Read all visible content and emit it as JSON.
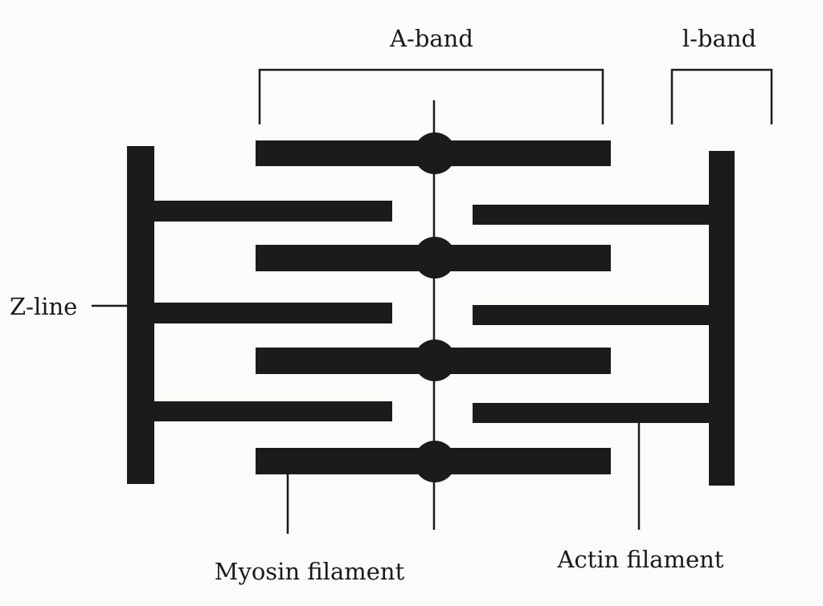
{
  "labels": {
    "a_band": "A-band",
    "i_band": "l-band",
    "z_line": "Z-line",
    "myosin": "Myosin filament",
    "actin": "Actin filament"
  },
  "colors": {
    "ink": "#1c1a1a",
    "background": "#fbfbf9"
  }
}
